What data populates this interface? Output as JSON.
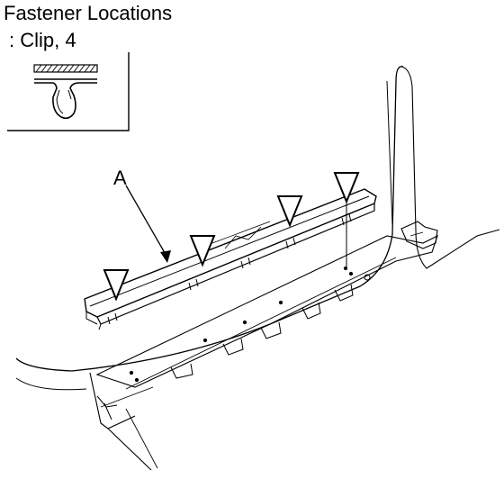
{
  "header": {
    "title": "Fastener Locations",
    "subtitle": ": Clip, 4"
  },
  "callouts": {
    "part_label": "A"
  },
  "colors": {
    "line": "#000000",
    "background": "#ffffff"
  },
  "markers": {
    "shape": "triangle-down-icon",
    "count": 4
  }
}
